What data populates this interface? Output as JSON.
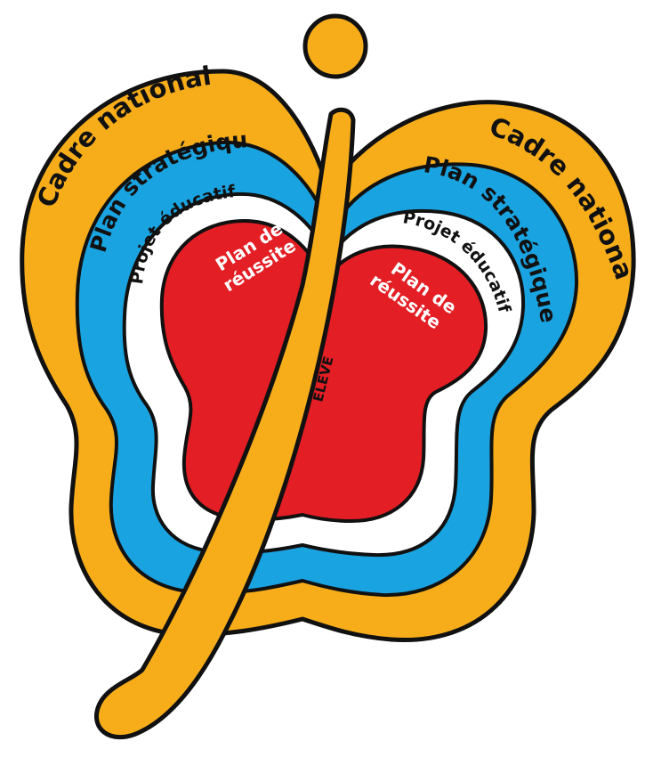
{
  "colors": {
    "cadre": "#F7AD1A",
    "plan_strategique": "#1AA3E1",
    "projet_educatif": "#FFFFFF",
    "plan_reussite": "#E31E24",
    "outline": "#111111",
    "stem": "#F7AD1A"
  },
  "labels": {
    "cadre_left": "Cadre national",
    "cadre_right": "Cadre national",
    "strategique_left": "Plan stratégique",
    "strategique_right": "Plan stratégique",
    "projet_left": "Projet éducatif",
    "projet_right": "Projet éducatif",
    "reussite_left_line1": "Plan de",
    "reussite_left_line2": "réussite",
    "reussite_right_line1": "Plan de",
    "reussite_right_line2": "réussite",
    "eleve": "ÉLÈVE"
  }
}
